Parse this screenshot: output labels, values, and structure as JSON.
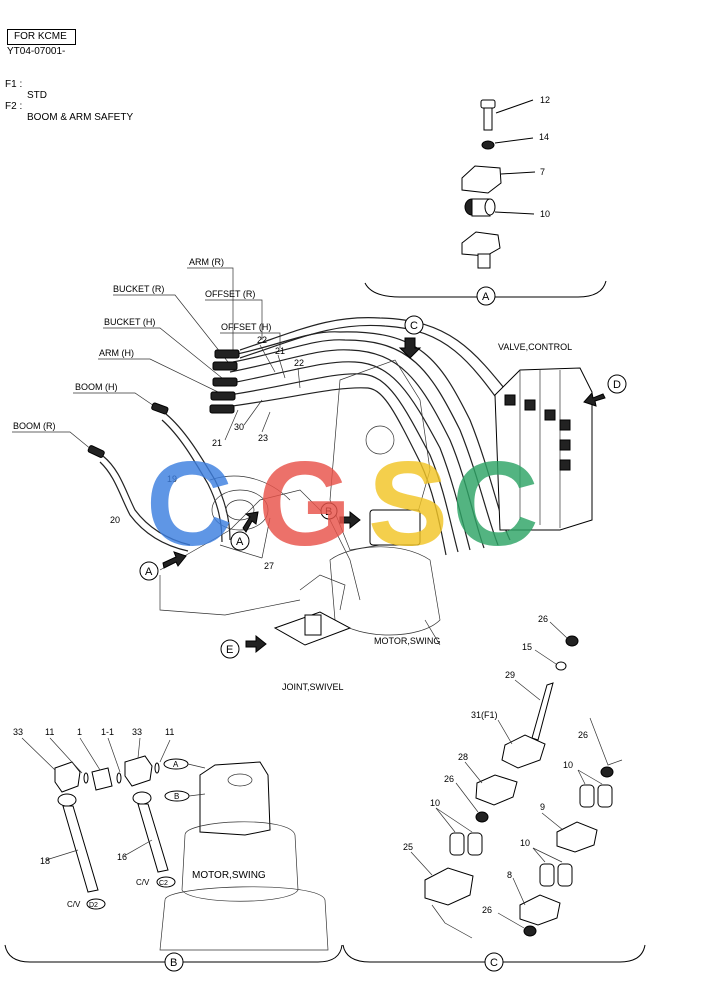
{
  "header": {
    "for_label": "FOR KCME",
    "serial": "YT04-07001-",
    "f1_key": "F1 :",
    "f1_value": "STD",
    "f2_key": "F2 :",
    "f2_value": "BOOM & ARM SAFETY"
  },
  "hose_labels": {
    "arm_r": "ARM (R)",
    "bucket_r": "BUCKET (R)",
    "offset_r": "OFFSET (R)",
    "bucket_h": "BUCKET (H)",
    "offset_h": "OFFSET (H)",
    "arm_h": "ARM (H)",
    "boom_h": "BOOM (H)",
    "boom_r": "BOOM (R)"
  },
  "component_labels": {
    "valve_control": "VALVE,CONTROL",
    "motor_swing": "MOTOR,SWING",
    "joint_swivel": "JOINT,SWIVEL",
    "motor_swing_detail": "MOTOR,SWING",
    "cv_d2": "C/V",
    "cv_d2_tag": "D2",
    "cv_c2": "C/V",
    "cv_c2_tag": "C2"
  },
  "callouts": {
    "a": "A",
    "b": "B",
    "c": "C",
    "d": "D",
    "e": "E"
  },
  "part_numbers": {
    "n12": "12",
    "n14": "14",
    "n7": "7",
    "n10a": "10",
    "n22a": "22",
    "n21a": "21",
    "n22b": "22",
    "n21b": "21",
    "n30": "30",
    "n23": "23",
    "n19": "19",
    "n20": "20",
    "n27": "27",
    "n26a": "26",
    "n15": "15",
    "n29": "29",
    "n31": "31(F1)",
    "n28": "28",
    "n26b": "26",
    "n10b": "10",
    "n25": "25",
    "n8": "8",
    "n26c": "26",
    "n26d": "26",
    "n10c": "10",
    "n9": "9",
    "n10d": "10",
    "n33a": "33",
    "n11a": "11",
    "n1": "1",
    "n1_1": "1-1",
    "n33b": "33",
    "n11b": "11",
    "n18": "18",
    "n16": "16",
    "detail_a": "A",
    "detail_b": "B"
  },
  "watermark": {
    "letters": [
      "C",
      "G",
      "S",
      "C"
    ],
    "colors": [
      "#3d7fe0",
      "#e8534a",
      "#f2c526",
      "#2ea466"
    ]
  }
}
